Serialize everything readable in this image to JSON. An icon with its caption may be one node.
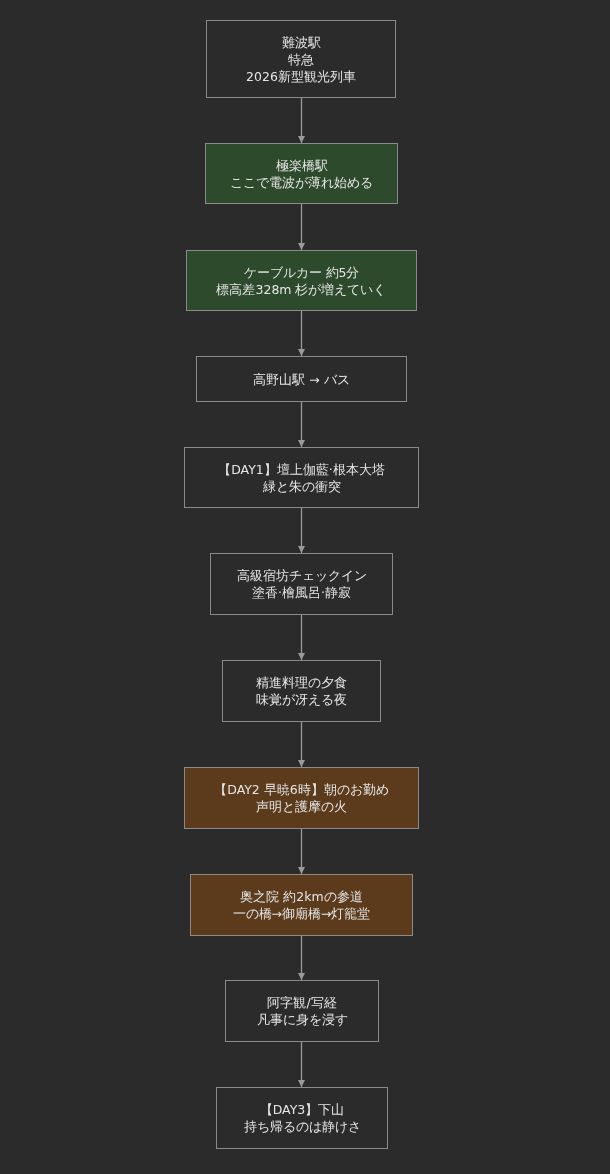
{
  "diagram": {
    "nodes": [
      {
        "text": [
          "難波駅",
          "特急",
          "2026新型観光列車"
        ]
      },
      {
        "text": [
          "極楽橋駅",
          "ここで電波が薄れ始める"
        ]
      },
      {
        "text": [
          "ケーブルカー 約5分",
          "標高差328m 杉が増えていく"
        ]
      },
      {
        "text": [
          "高野山駅 → バス"
        ]
      },
      {
        "text": [
          "【DAY1】壇上伽藍·根本大塔",
          "緑と朱の衝突"
        ]
      },
      {
        "text": [
          "高級宿坊チェックイン",
          "塗香·檜風呂·静寂"
        ]
      },
      {
        "text": [
          "精進料理の夕食",
          "味覚が冴える夜"
        ]
      },
      {
        "text": [
          "【DAY2 早暁6時】朝のお勤め",
          "声明と護摩の火"
        ]
      },
      {
        "text": [
          "奥之院 約2kmの参道",
          "一の橋→御廟橋→灯籠堂"
        ]
      },
      {
        "text": [
          "阿字観/写経",
          "凡事に身を浸す"
        ]
      },
      {
        "text": [
          "【DAY3】下山",
          "持ち帰るのは静けさ"
        ]
      }
    ],
    "edges": [
      {
        "from": 0,
        "to": 1,
        "arrow": "to"
      },
      {
        "from": 1,
        "to": 2,
        "arrow": "to"
      },
      {
        "from": 2,
        "to": 3,
        "arrow": "to"
      },
      {
        "from": 3,
        "to": 4,
        "arrow": "to"
      },
      {
        "from": 4,
        "to": 5,
        "arrow": "to"
      },
      {
        "from": 5,
        "to": 6,
        "arrow": "to"
      },
      {
        "from": 6,
        "to": 7,
        "arrow": "to"
      },
      {
        "from": 7,
        "to": 8,
        "arrow": "to"
      },
      {
        "from": 8,
        "to": 9,
        "arrow": "to"
      },
      {
        "from": 9,
        "to": 10,
        "arrow": "to"
      }
    ]
  }
}
